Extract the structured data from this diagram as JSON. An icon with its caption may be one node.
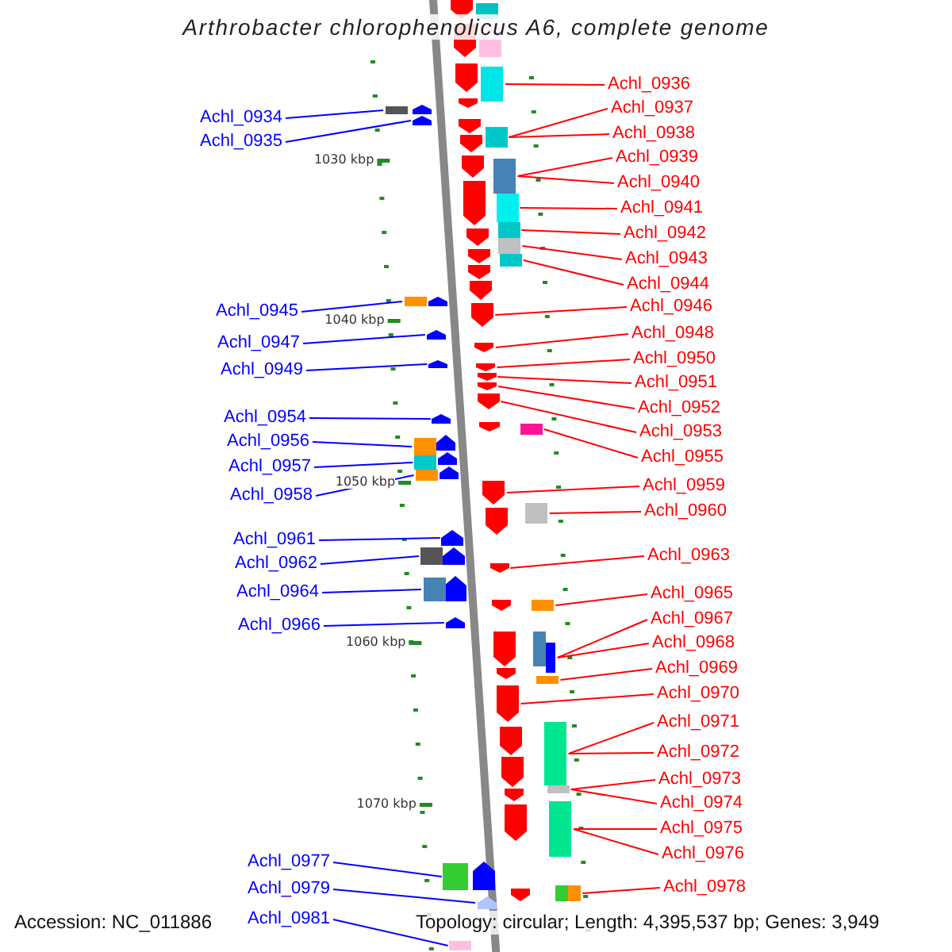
{
  "diagram": {
    "title": "Arthrobacter chlorophenolicus A6, complete genome",
    "nodes": [
      {
        "text": [
          "Achl_0936"
        ]
      },
      {
        "text": [
          "Achl_0937"
        ]
      },
      {
        "text": [
          "Achl_0934"
        ]
      },
      {
        "text": [
          "Achl_0938"
        ]
      },
      {
        "text": [
          "Achl_0935"
        ]
      },
      {
        "text": [
          "Achl_0939"
        ]
      },
      {
        "text": [
          "Achl_0940"
        ]
      },
      {
        "text": [
          "Achl_0941"
        ]
      },
      {
        "text": [
          "Achl_0942"
        ]
      },
      {
        "text": [
          "Achl_0943"
        ]
      },
      {
        "text": [
          "Achl_0944"
        ]
      },
      {
        "text": [
          "Achl_0946"
        ]
      },
      {
        "text": [
          "Achl_0945"
        ]
      },
      {
        "text": [
          "Achl_0948"
        ]
      },
      {
        "text": [
          "Achl_0947"
        ]
      },
      {
        "text": [
          "Achl_0950"
        ]
      },
      {
        "text": [
          "Achl_0949"
        ]
      },
      {
        "text": [
          "Achl_0951"
        ]
      },
      {
        "text": [
          "Achl_0952"
        ]
      },
      {
        "text": [
          "Achl_0954"
        ]
      },
      {
        "text": [
          "Achl_0953"
        ]
      },
      {
        "text": [
          "Achl_0956"
        ]
      },
      {
        "text": [
          "Achl_0955"
        ]
      },
      {
        "text": [
          "Achl_0957"
        ]
      },
      {
        "text": [
          "Achl_0959"
        ]
      },
      {
        "text": [
          "Achl_0958"
        ]
      },
      {
        "text": [
          "Achl_0960"
        ]
      },
      {
        "text": [
          "Achl_0961"
        ]
      },
      {
        "text": [
          "Achl_0963"
        ]
      },
      {
        "text": [
          "Achl_0962"
        ]
      },
      {
        "text": [
          "Achl_0964"
        ]
      },
      {
        "text": [
          "Achl_0965"
        ]
      },
      {
        "text": [
          "Achl_0967"
        ]
      },
      {
        "text": [
          "Achl_0966"
        ]
      },
      {
        "text": [
          "Achl_0968"
        ]
      },
      {
        "text": [
          "Achl_0969"
        ]
      },
      {
        "text": [
          "Achl_0970"
        ]
      },
      {
        "text": [
          "Achl_0971"
        ]
      },
      {
        "text": [
          "Achl_0972"
        ]
      },
      {
        "text": [
          "Achl_0973"
        ]
      },
      {
        "text": [
          "Achl_0974"
        ]
      },
      {
        "text": [
          "Achl_0975"
        ]
      },
      {
        "text": [
          "Achl_0976"
        ]
      },
      {
        "text": [
          "Achl_0977"
        ]
      },
      {
        "text": [
          "Achl_0978"
        ]
      },
      {
        "text": [
          "Achl_0979"
        ]
      },
      {
        "text": [
          "Achl_0981"
        ]
      },
      {
        "text": [],
        "shape": "pentagon"
      },
      {
        "text": [],
        "shape": "box"
      },
      {
        "text": [],
        "shape": "pentagon"
      },
      {
        "text": [],
        "shape": "box"
      },
      {
        "text": [],
        "shape": "pentagon"
      },
      {
        "text": [],
        "shape": "box"
      },
      {
        "text": [],
        "shape": "pentagon"
      },
      {
        "text": [],
        "shape": "pentagon"
      },
      {
        "text": [],
        "shape": "box"
      },
      {
        "text": [],
        "shape": "pentagon"
      },
      {
        "text": [],
        "shape": "pentagon"
      },
      {
        "text": [],
        "shape": "box"
      },
      {
        "text": [],
        "shape": "pentagon"
      },
      {
        "text": [],
        "shape": "pentagon"
      },
      {
        "text": [],
        "shape": "box"
      },
      {
        "text": [],
        "shape": "pentagon"
      },
      {
        "text": [],
        "shape": "box"
      },
      {
        "text": [],
        "shape": "box"
      },
      {
        "text": [],
        "shape": "pentagon"
      },
      {
        "text": [],
        "shape": "box"
      },
      {
        "text": [],
        "shape": "pentagon"
      },
      {
        "text": [],
        "shape": "box"
      },
      {
        "text": [],
        "shape": "pentagon"
      },
      {
        "text": [],
        "shape": "pentagon"
      },
      {
        "text": [],
        "shape": "box"
      },
      {
        "text": [],
        "shape": "pentagon"
      },
      {
        "text": [],
        "shape": "pentagon"
      },
      {
        "text": [],
        "shape": "pentagon"
      },
      {
        "text": [],
        "shape": "pentagon"
      },
      {
        "text": [],
        "shape": "pentagon"
      },
      {
        "text": [],
        "shape": "pentagon"
      },
      {
        "text": [],
        "shape": "pentagon"
      },
      {
        "text": [],
        "shape": "pentagon"
      },
      {
        "text": [],
        "shape": "pentagon"
      },
      {
        "text": [],
        "shape": "pentagon"
      },
      {
        "text": [],
        "shape": "pentagon"
      },
      {
        "text": [],
        "shape": "box"
      },
      {
        "text": [],
        "shape": "pentagon"
      },
      {
        "text": [],
        "shape": "box"
      },
      {
        "text": [],
        "shape": "pentagon"
      },
      {
        "text": [],
        "shape": "box"
      },
      {
        "text": [],
        "shape": "pentagon"
      },
      {
        "text": [],
        "shape": "box"
      },
      {
        "text": [],
        "shape": "pentagon"
      },
      {
        "text": [],
        "shape": "box"
      },
      {
        "text": [],
        "shape": "pentagon"
      },
      {
        "text": [],
        "shape": "pentagon"
      },
      {
        "text": [],
        "shape": "box"
      },
      {
        "text": [],
        "shape": "pentagon"
      },
      {
        "text": [],
        "shape": "pentagon"
      },
      {
        "text": [],
        "shape": "pentagon"
      },
      {
        "text": [],
        "shape": "box"
      },
      {
        "text": [],
        "shape": "pentagon"
      },
      {
        "text": [],
        "shape": "box"
      },
      {
        "text": [],
        "shape": "pentagon"
      },
      {
        "text": [],
        "shape": "pentagon"
      },
      {
        "text": [],
        "shape": "box"
      },
      {
        "text": [],
        "shape": "box"
      },
      {
        "text": [],
        "shape": "pentagon"
      },
      {
        "text": [],
        "shape": "box"
      },
      {
        "text": [],
        "shape": "pentagon"
      },
      {
        "text": [],
        "shape": "box"
      },
      {
        "text": [],
        "shape": "pentagon"
      },
      {
        "text": [],
        "shape": "pentagon"
      },
      {
        "text": [],
        "shape": "box"
      },
      {
        "text": [],
        "shape": "pentagon"
      },
      {
        "text": [],
        "shape": "box"
      },
      {
        "text": [],
        "shape": "pentagon"
      },
      {
        "text": [],
        "shape": "pentagon"
      },
      {
        "text": [],
        "shape": "box"
      },
      {
        "text": [],
        "shape": "box"
      },
      {
        "text": [],
        "shape": "box"
      },
      {
        "text": [],
        "shape": "pentagon"
      },
      {
        "text": [],
        "shape": "pentagon"
      },
      {
        "text": [],
        "shape": "box"
      }
    ],
    "edges": [
      {
        "from": 0,
        "to": 52,
        "arrow": "none"
      },
      {
        "from": 1,
        "to": 58,
        "arrow": "none"
      },
      {
        "from": 2,
        "to": 55,
        "arrow": "none",
        "color": "#0000ff"
      },
      {
        "from": 3,
        "to": 58,
        "arrow": "none"
      },
      {
        "from": 4,
        "to": 56,
        "arrow": "none",
        "color": "#0000ff"
      },
      {
        "from": 5,
        "to": 61,
        "arrow": "none"
      },
      {
        "from": 6,
        "to": 61,
        "arrow": "none"
      },
      {
        "from": 7,
        "to": 63,
        "arrow": "none"
      },
      {
        "from": 8,
        "to": 64,
        "arrow": "none"
      },
      {
        "from": 9,
        "to": 66,
        "arrow": "none"
      },
      {
        "from": 10,
        "to": 68,
        "arrow": "none"
      },
      {
        "from": 11,
        "to": 73,
        "arrow": "none"
      },
      {
        "from": 12,
        "to": 71,
        "arrow": "none",
        "color": "#0000ff"
      },
      {
        "from": 13,
        "to": 75,
        "arrow": "none"
      },
      {
        "from": 14,
        "to": 74,
        "arrow": "none",
        "color": "#0000ff"
      },
      {
        "from": 15,
        "to": 77,
        "arrow": "none"
      },
      {
        "from": 16,
        "to": 76,
        "arrow": "none",
        "color": "#0000ff"
      },
      {
        "from": 17,
        "to": 78,
        "arrow": "none"
      },
      {
        "from": 18,
        "to": 79,
        "arrow": "none"
      },
      {
        "from": 19,
        "to": 81,
        "arrow": "none",
        "color": "#0000ff"
      },
      {
        "from": 20,
        "to": 80,
        "arrow": "none"
      },
      {
        "from": 21,
        "to": 85,
        "arrow": "none",
        "color": "#0000ff"
      },
      {
        "from": 22,
        "to": 83,
        "arrow": "none"
      },
      {
        "from": 23,
        "to": 87,
        "arrow": "none",
        "color": "#0000ff"
      },
      {
        "from": 24,
        "to": 90,
        "arrow": "none"
      },
      {
        "from": 25,
        "to": 89,
        "arrow": "none",
        "color": "#0000ff"
      },
      {
        "from": 26,
        "to": 91,
        "arrow": "none"
      },
      {
        "from": 27,
        "to": 93,
        "arrow": "none",
        "color": "#0000ff"
      },
      {
        "from": 28,
        "to": 96,
        "arrow": "none"
      },
      {
        "from": 29,
        "to": 94,
        "arrow": "none",
        "color": "#0000ff"
      },
      {
        "from": 30,
        "to": 98,
        "arrow": "none",
        "color": "#0000ff"
      },
      {
        "from": 31,
        "to": 100,
        "arrow": "none"
      },
      {
        "from": 32,
        "to": 104,
        "arrow": "none"
      },
      {
        "from": 33,
        "to": 101,
        "arrow": "none",
        "color": "#0000ff"
      },
      {
        "from": 34,
        "to": 104,
        "arrow": "none"
      },
      {
        "from": 35,
        "to": 106,
        "arrow": "none"
      },
      {
        "from": 36,
        "to": 107,
        "arrow": "none"
      },
      {
        "from": 37,
        "to": 108,
        "arrow": "none"
      },
      {
        "from": 38,
        "to": 108,
        "arrow": "none"
      },
      {
        "from": 39,
        "to": 111,
        "arrow": "none"
      },
      {
        "from": 40,
        "to": 111,
        "arrow": "none"
      },
      {
        "from": 41,
        "to": 113,
        "arrow": "none"
      },
      {
        "from": 42,
        "to": 113,
        "arrow": "none"
      },
      {
        "from": 43,
        "to": 116,
        "arrow": "none",
        "color": "#0000ff"
      },
      {
        "from": 44,
        "to": 118,
        "arrow": "none"
      },
      {
        "from": 45,
        "to": 120,
        "arrow": "none",
        "color": "#0000ff"
      },
      {
        "from": 46,
        "to": 121,
        "arrow": "none",
        "color": "#0000ff"
      }
    ],
    "labels": [
      "1030 kbp",
      "1040 kbp",
      "1050 kbp",
      "1060 kbp",
      "1070 kbp",
      "Accession: NC_011886",
      "Topology: circular; Length: 4,395,537 bp; Genes: 3,949"
    ]
  }
}
